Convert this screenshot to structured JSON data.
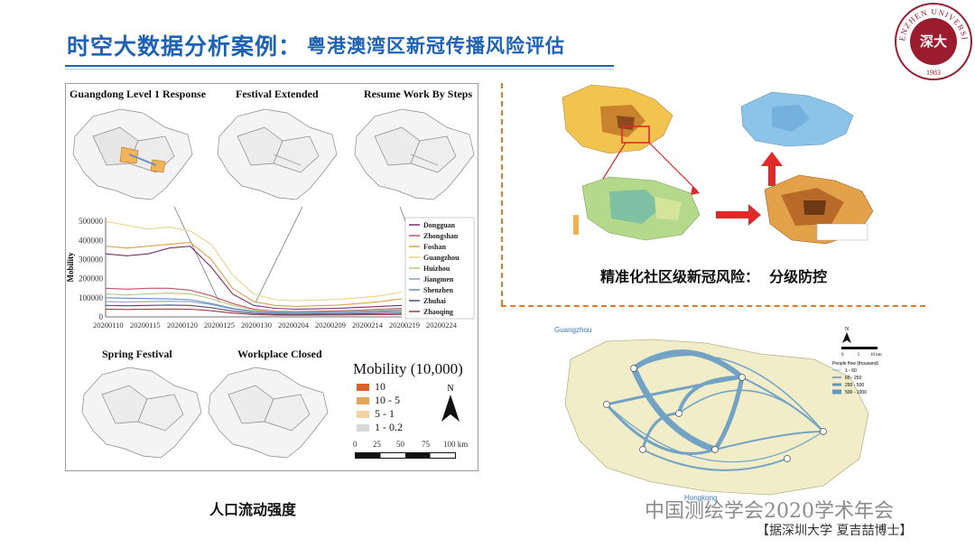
{
  "header": {
    "title_main": "时空大数据分析案例：",
    "title_sub": "粤港澳湾区新冠传播风险评估"
  },
  "logo": {
    "text_top": "SHENZHEN UNIVERSITY",
    "year": "1983",
    "center_chars": "深大"
  },
  "left_panel": {
    "map_labels": [
      "Guangdong Level 1 Response",
      "Festival Extended",
      "Resume Work By Steps"
    ],
    "bottom_map_labels": [
      "Spring Festival",
      "Workplace Closed"
    ],
    "caption": "人口流动强度"
  },
  "mobility_chart": {
    "ylabel": "Mobility",
    "yticks": [
      "500000",
      "400000",
      "300000",
      "200000",
      "100000",
      "0"
    ],
    "xticks": [
      "20200110",
      "20200115",
      "20200120",
      "20200125",
      "20200130",
      "20200204",
      "20200209",
      "20200214",
      "20200219",
      "20200224"
    ]
  },
  "legend": {
    "title": "Mobility (10,000)",
    "items": [
      "10",
      "10 - 5",
      "5 - 1",
      "1 - 0.2"
    ],
    "colors": [
      "#d9622b",
      "#e9a25a",
      "#f3d2a0",
      "#d8d8d8"
    ],
    "scale_labels": [
      "0",
      "25",
      "50",
      "75",
      "100 km"
    ],
    "north": "N"
  },
  "chart_data": {
    "type": "line",
    "x": [
      "20200110",
      "20200113",
      "20200115",
      "20200117",
      "20200119",
      "20200121",
      "20200123",
      "20200125",
      "20200127",
      "20200130",
      "20200204",
      "20200209",
      "20200214",
      "20200219",
      "20200224"
    ],
    "ylabel": "Mobility",
    "ylim": [
      0,
      520000
    ],
    "series": [
      {
        "name": "Dongguan",
        "color": "#7b2d6b",
        "values": [
          330000,
          320000,
          330000,
          360000,
          370000,
          260000,
          120000,
          60000,
          45000,
          40000,
          42000,
          45000,
          50000,
          55000,
          60000
        ]
      },
      {
        "name": "Zhongshan",
        "color": "#c0506a",
        "values": [
          150000,
          145000,
          150000,
          150000,
          140000,
          110000,
          70000,
          40000,
          30000,
          28000,
          30000,
          32000,
          35000,
          40000,
          45000
        ]
      },
      {
        "name": "Foshan",
        "color": "#d9a04a",
        "values": [
          370000,
          360000,
          370000,
          380000,
          390000,
          300000,
          150000,
          80000,
          60000,
          55000,
          58000,
          62000,
          70000,
          80000,
          95000
        ]
      },
      {
        "name": "Guangzhou",
        "color": "#e8d48a",
        "values": [
          500000,
          480000,
          460000,
          470000,
          450000,
          380000,
          220000,
          120000,
          90000,
          85000,
          88000,
          92000,
          100000,
          110000,
          130000
        ]
      },
      {
        "name": "Huizhou",
        "color": "#b3c97a",
        "values": [
          120000,
          115000,
          120000,
          125000,
          120000,
          95000,
          60000,
          35000,
          28000,
          25000,
          27000,
          29000,
          32000,
          36000,
          40000
        ]
      },
      {
        "name": "Jiangmen",
        "color": "#8e9fc6",
        "values": [
          80000,
          78000,
          80000,
          82000,
          80000,
          65000,
          40000,
          25000,
          20000,
          18000,
          19000,
          20000,
          22000,
          25000,
          28000
        ]
      },
      {
        "name": "Shenzhen",
        "color": "#5f8fc4",
        "values": [
          100000,
          98000,
          96000,
          94000,
          90000,
          70000,
          45000,
          28000,
          24000,
          22000,
          24000,
          26000,
          28000,
          30000,
          34000
        ]
      },
      {
        "name": "Zhuhai",
        "color": "#4c4c7a",
        "values": [
          60000,
          58000,
          60000,
          62000,
          60000,
          48000,
          30000,
          18000,
          14000,
          13000,
          14000,
          15000,
          16000,
          18000,
          20000
        ]
      },
      {
        "name": "Zhaoqing",
        "color": "#9b3a3a",
        "values": [
          40000,
          39000,
          40000,
          41000,
          40000,
          32000,
          20000,
          12000,
          10000,
          9000,
          10000,
          10500,
          11000,
          12000,
          13000
        ]
      }
    ]
  },
  "right_top": {
    "caption": "精准化社区级新冠风险：  分级防控"
  },
  "right_bottom": {
    "city_label_top": "Guangzhou",
    "city_label_bottom": "Hongkong",
    "legend_title": "People flow (thousand)",
    "legend_items": [
      "1 - 60",
      "60 - 250",
      "250 - 500",
      "500 - 1000"
    ],
    "scale_labels": [
      "0",
      "5",
      "10 km"
    ],
    "north": "N"
  },
  "watermark": {
    "line1": "中国测绘学会2020学术年会",
    "line2": "【据深圳大学 夏吉喆博士】"
  }
}
